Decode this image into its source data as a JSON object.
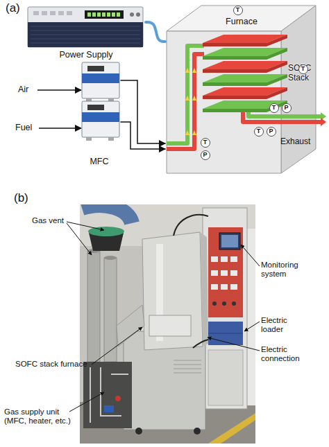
{
  "diagram": {
    "nodes": [
      {
        "text": [
          "Power Supply"
        ]
      },
      {
        "text": [
          "Furnace"
        ]
      },
      {
        "text": [
          "SOFC Stack"
        ],
        "in": 1
      },
      {
        "text": [
          "T"
        ],
        "in": 1
      },
      {
        "text": [
          "T"
        ],
        "in": 1
      },
      {
        "text": [
          "MFC"
        ]
      },
      {
        "text": [
          "T"
        ],
        "in": 1
      },
      {
        "text": [
          "P"
        ],
        "in": 1
      },
      {
        "text": [
          "T"
        ],
        "in": 1
      },
      {
        "text": [
          "P"
        ],
        "in": 1
      },
      {
        "text": [
          "T"
        ],
        "in": 1
      },
      {
        "text": [
          "P"
        ],
        "in": 1
      }
    ],
    "edges": [
      {
        "from": 0,
        "to": 1,
        "arrow": "none"
      },
      {
        "from": 5,
        "to": 1,
        "arrow": "to"
      },
      {
        "from": 5,
        "to": 1,
        "arrow": "to"
      }
    ],
    "labels": [
      "(a)",
      "Air",
      "Fuel",
      "Exhaust",
      "(b)",
      "Gas vent",
      "SOFC stack furnace",
      "Gas supply unit (MFC, heater, etc.)",
      "Monitoring system",
      "Electric loader",
      "Electric connection"
    ]
  }
}
